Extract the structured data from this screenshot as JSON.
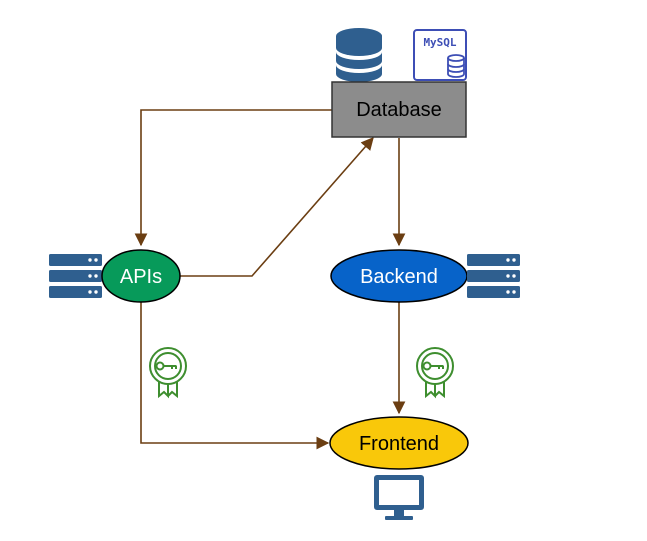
{
  "nodes": {
    "database": {
      "label": "Database",
      "fill": "#8c8c8c"
    },
    "apis": {
      "label": "APIs",
      "fill": "#079a5a"
    },
    "backend": {
      "label": "Backend",
      "fill": "#0763c9"
    },
    "frontend": {
      "label": "Frontend",
      "fill": "#f9c80a"
    }
  },
  "badges": {
    "mysql": {
      "text": "MySQL"
    }
  },
  "icons": [
    "database-stack-icon",
    "mysql-logo-icon",
    "server-rack-icon",
    "certificate-key-icon",
    "monitor-icon"
  ],
  "edges": [
    {
      "from": "database",
      "to": "apis"
    },
    {
      "from": "apis",
      "to": "database"
    },
    {
      "from": "database",
      "to": "backend"
    },
    {
      "from": "backend",
      "to": "frontend"
    },
    {
      "from": "apis",
      "to": "frontend"
    }
  ],
  "colors": {
    "edge": "#6b3e12",
    "icon_blue": "#2f5f8f",
    "icon_green": "#3e8e2f",
    "mysql_blue": "#3d4eb5"
  }
}
